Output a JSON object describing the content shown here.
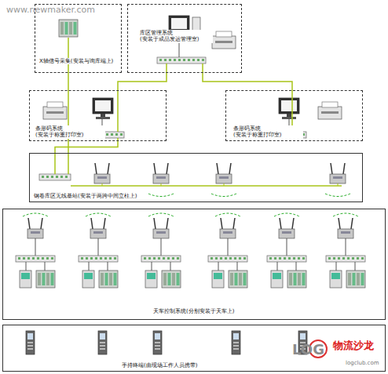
{
  "diagram": {
    "nodes": [
      {
        "text": [
          "X轴信号采集(安装与询库端上)"
        ]
      },
      {
        "text": [
          "库区管理系统 (安装于成品发运管理室)"
        ]
      },
      {
        "text": [
          "条形码系统 (安装于称重打印室)"
        ]
      },
      {
        "text": [
          "条形码系统 (安装于称重打印室)"
        ]
      },
      {
        "text": [
          "钢卷库区无线基站(安装于两跨中间立柱上)"
        ]
      },
      {
        "text": [
          "天车控制系统(分别安装于天车上)"
        ]
      },
      {
        "text": [
          "手持终端(由现场工作人员携带)"
        ]
      }
    ],
    "edges": [
      {
        "from": 0,
        "to": 4,
        "arrow": "none"
      },
      {
        "from": 1,
        "to": 2,
        "arrow": "none"
      },
      {
        "from": 1,
        "to": 3,
        "arrow": "none"
      },
      {
        "from": 2,
        "to": 4,
        "arrow": "none"
      }
    ],
    "labels": [
      "www.newmaker.com",
      "LOG",
      "物流沙龙",
      "logclub.com"
    ]
  }
}
